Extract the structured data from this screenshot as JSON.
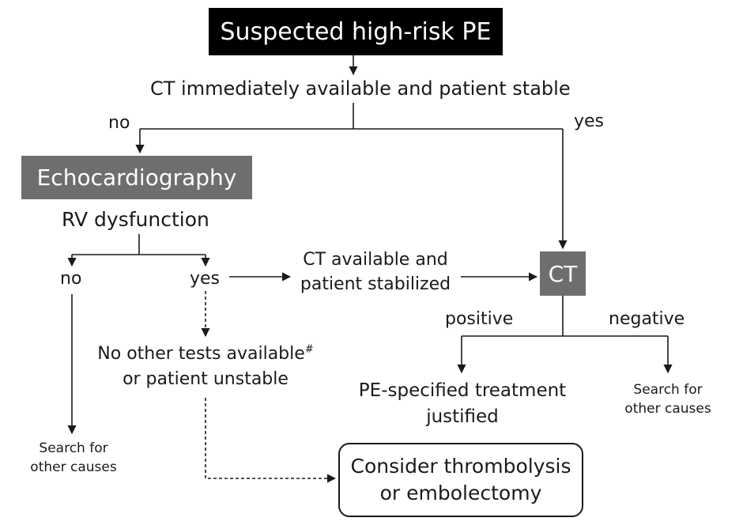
{
  "nodes": {
    "start": "Suspected high-risk PE",
    "question1": "CT immediately available and patient stable",
    "echo": "Echocardiography",
    "rv": "RV dysfunction",
    "ct_available": [
      "CT available and",
      "patient stabilized"
    ],
    "ct": "CT",
    "no_tests": [
      "No other tests available",
      "or patient unstable"
    ],
    "no_tests_mark": "#",
    "treatment": [
      "PE-specified treatment",
      "justified"
    ],
    "search_left": [
      "Search for",
      "other causes"
    ],
    "search_right": [
      "Search for",
      "other causes"
    ],
    "final": [
      "Consider thrombolysis",
      "or embolectomy"
    ]
  },
  "edge_labels": {
    "top_no": "no",
    "top_yes": "yes",
    "rv_no": "no",
    "rv_yes": "yes",
    "ct_positive": "positive",
    "ct_negative": "negative"
  },
  "colors": {
    "start_fill": "#000000",
    "grey_fill": "#6e6e6e",
    "line": "#1a1a1a"
  }
}
